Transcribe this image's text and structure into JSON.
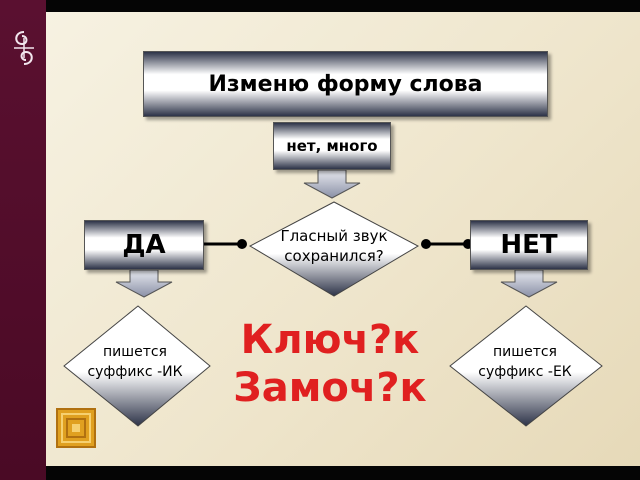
{
  "title": "Изменю форму слова",
  "condition": "нет, много",
  "question": {
    "line1": "Гласный звук",
    "line2": "сохранился?"
  },
  "yes": "ДА",
  "no": "НЕТ",
  "yes_result": {
    "line1": "пишется",
    "line2": "суффикс -ИК"
  },
  "no_result": {
    "line1": "пишется",
    "line2": "суффикс -ЕК"
  },
  "words": [
    "Ключ?к",
    "Замоч?к"
  ],
  "colors": {
    "sidebar": "#5a1030",
    "accent_text": "#e02020",
    "box_dark": "#2d3348",
    "arrow_fill": "#c8ccd8"
  }
}
